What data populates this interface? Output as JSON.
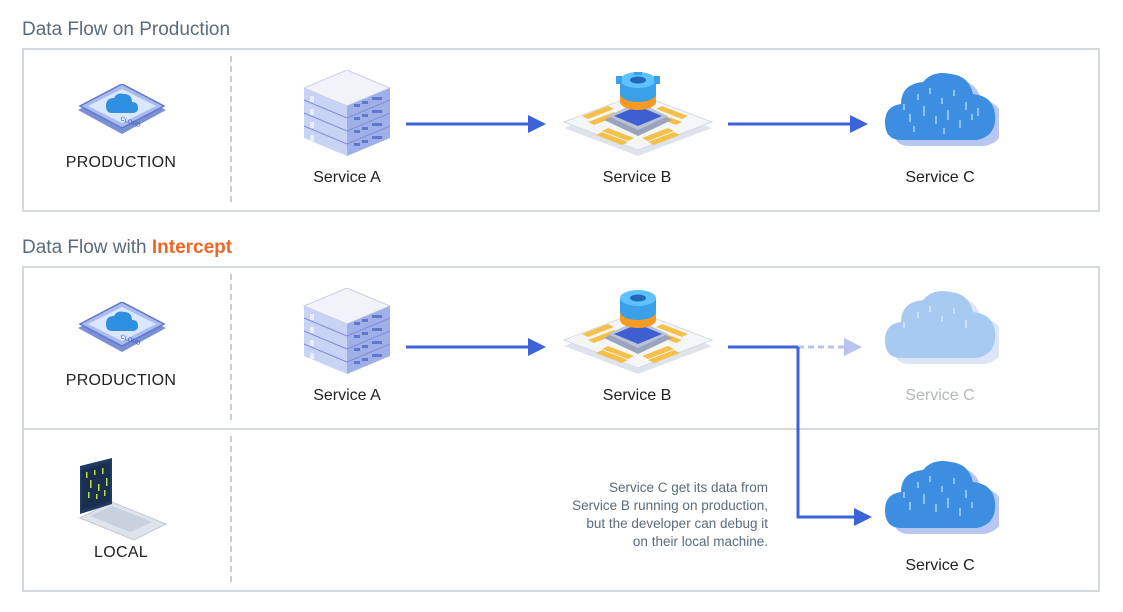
{
  "production_flow": {
    "title": "Data Flow on Production",
    "env_label": "PRODUCTION",
    "services": [
      "Service A",
      "Service B",
      "Service C"
    ]
  },
  "intercept_flow": {
    "title_prefix": "Data Flow with ",
    "title_accent": "Intercept",
    "production_env_label": "PRODUCTION",
    "local_env_label": "LOCAL",
    "services": [
      "Service A",
      "Service B",
      "Service C"
    ],
    "local_service": "Service C",
    "note_lines": [
      "Service C get its data from",
      "Service B running on production,",
      "but the developer can debug it",
      "on their local machine."
    ]
  },
  "icons": {
    "cloud_tile": "cloud-tile-icon",
    "server": "server-stack-icon",
    "chip": "chip-gear-icon",
    "cloud": "cloud-icon",
    "laptop": "laptop-icon",
    "cloud_tile_text": "CLOUD"
  },
  "colors": {
    "arrow": "#3d63d8",
    "arrow_faded": "#b8c4ee",
    "accent": "#f26522",
    "title": "#5a6b7b"
  }
}
